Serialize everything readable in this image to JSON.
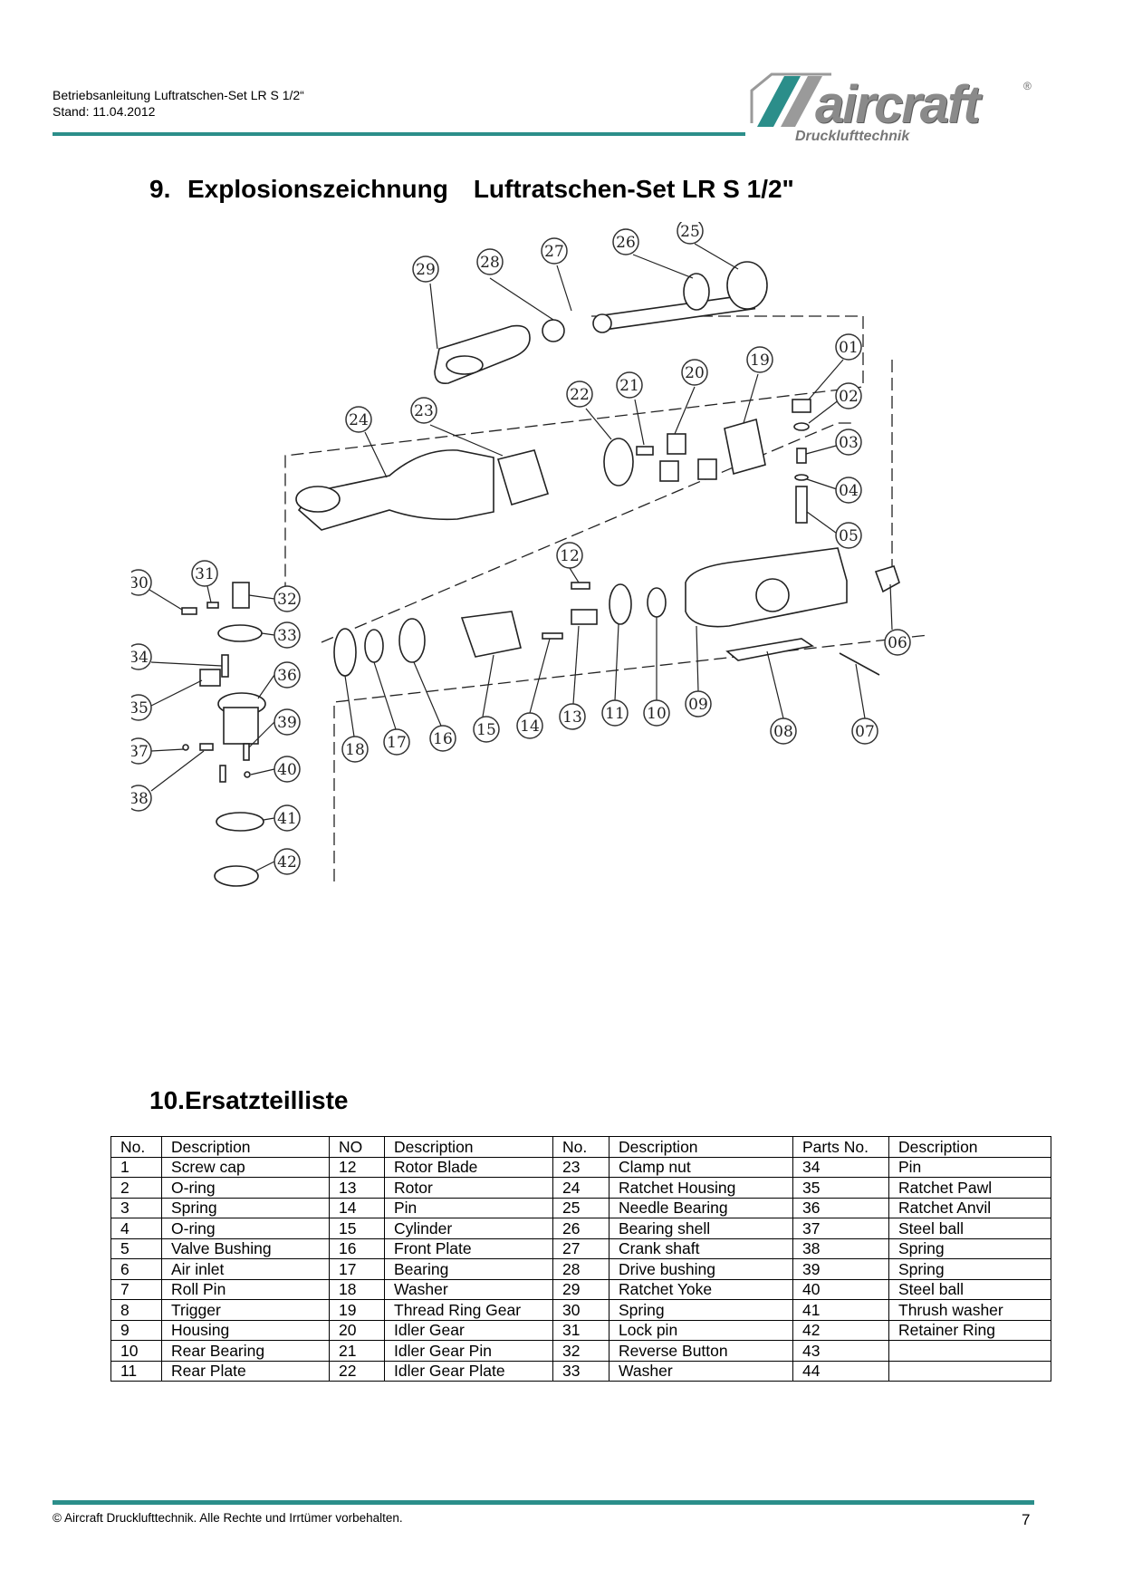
{
  "header": {
    "line1": "Betriebsanleitung Luftratschen-Set LR S 1/2“",
    "line2": "Stand: 11.04.2012"
  },
  "logo": {
    "word": "aircraft",
    "registered": "®",
    "subtitle": "Drucklufttechnik",
    "accent_color": "#2b8e8a"
  },
  "section9": {
    "number": "9.",
    "title": "Explosionszeichnung",
    "subtitle": "Luftratschen-Set LR S 1/2\""
  },
  "diagram": {
    "callouts": [
      "01",
      "02",
      "03",
      "04",
      "05",
      "06",
      "07",
      "08",
      "09",
      "10",
      "11",
      "12",
      "13",
      "14",
      "15",
      "16",
      "17",
      "18",
      "19",
      "20",
      "21",
      "22",
      "23",
      "24",
      "25",
      "26",
      "27",
      "28",
      "29",
      "30",
      "31",
      "32",
      "33",
      "34",
      "35",
      "36",
      "37",
      "38",
      "39",
      "40",
      "41",
      "42"
    ]
  },
  "section10": {
    "number": "10.",
    "title": "Ersatzteilliste"
  },
  "parts_table": {
    "headers": [
      "No.",
      "Description",
      "NO",
      "Description",
      "No.",
      "Description",
      "Parts No.",
      "Description"
    ],
    "rows": [
      [
        "1",
        "Screw cap",
        "12",
        "Rotor Blade",
        "23",
        "Clamp nut",
        "34",
        "Pin"
      ],
      [
        "2",
        "O-ring",
        "13",
        "Rotor",
        "24",
        "Ratchet Housing",
        "35",
        "Ratchet Pawl"
      ],
      [
        "3",
        "Spring",
        "14",
        "Pin",
        "25",
        "Needle Bearing",
        "36",
        "Ratchet Anvil"
      ],
      [
        "4",
        "O-ring",
        "15",
        "Cylinder",
        "26",
        "Bearing shell",
        "37",
        "Steel ball"
      ],
      [
        "5",
        "Valve Bushing",
        "16",
        "Front Plate",
        "27",
        "Crank shaft",
        "38",
        "Spring"
      ],
      [
        "6",
        "Air inlet",
        "17",
        "Bearing",
        "28",
        "Drive bushing",
        "39",
        "Spring"
      ],
      [
        "7",
        "Roll Pin",
        "18",
        "Washer",
        "29",
        "Ratchet Yoke",
        "40",
        "Steel ball"
      ],
      [
        "8",
        "Trigger",
        "19",
        "Thread Ring Gear",
        "30",
        "Spring",
        "41",
        "Thrush washer"
      ],
      [
        "9",
        "Housing",
        "20",
        "Idler Gear",
        "31",
        "Lock pin",
        "42",
        "Retainer Ring"
      ],
      [
        "10",
        "Rear Bearing",
        "21",
        "Idler Gear Pin",
        "32",
        "Reverse Button",
        "43",
        ""
      ],
      [
        "11",
        "Rear Plate",
        "22",
        "Idler Gear Plate",
        "33",
        "Washer",
        "44",
        ""
      ]
    ]
  },
  "footer": {
    "text": "© Aircraft Drucklufttechnik. Alle Rechte und Irrtümer vorbehalten.",
    "page": "7"
  }
}
